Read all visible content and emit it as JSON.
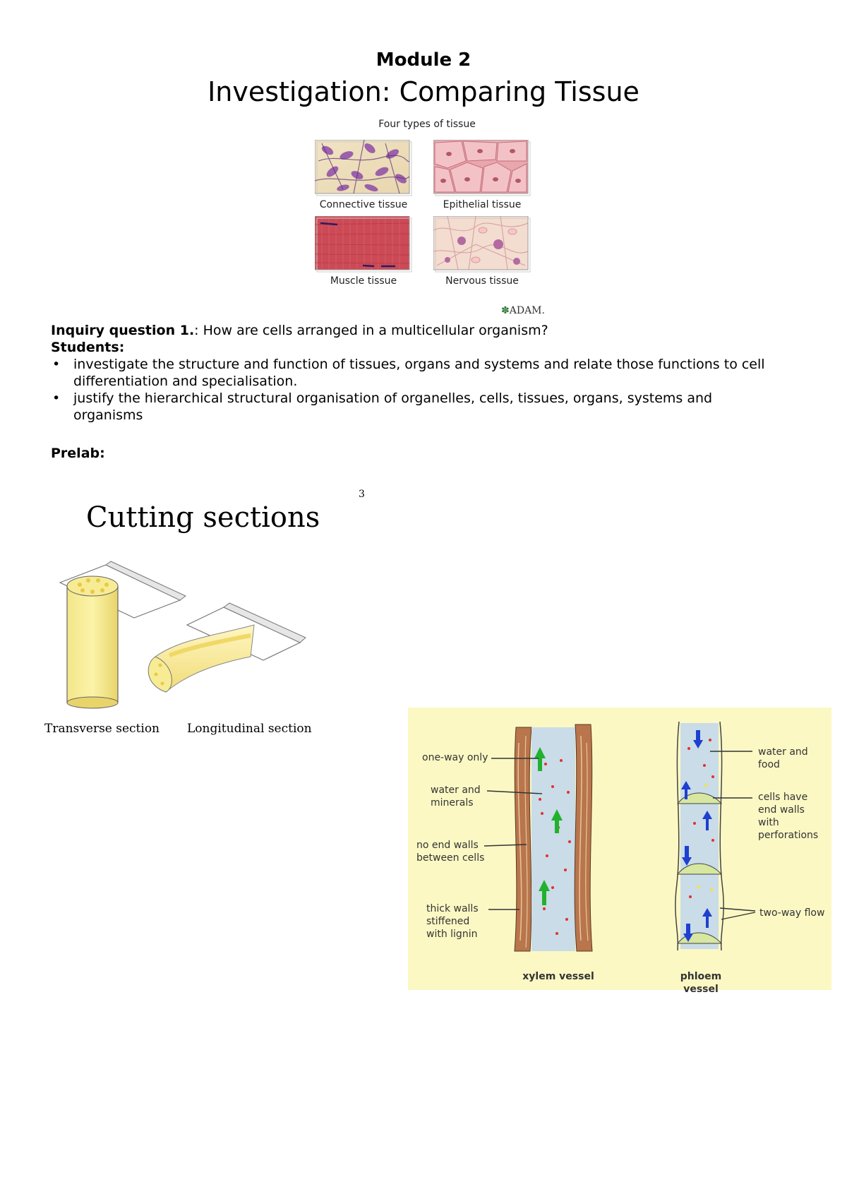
{
  "header": {
    "module": "Module 2",
    "title": "Investigation: Comparing Tissue"
  },
  "tissue_figure": {
    "title": "Four types of tissue",
    "tiles": [
      {
        "label": "Connective tissue"
      },
      {
        "label": "Epithelial tissue"
      },
      {
        "label": "Muscle tissue"
      },
      {
        "label": "Nervous tissue"
      }
    ],
    "credit": "ADAM."
  },
  "inquiry": {
    "label": "Inquiry question 1.",
    "separator": ":",
    "question": " How are cells arranged in a multicellular organism?",
    "students_label": "Students:",
    "points": [
      "investigate the structure and function of tissues, organs and systems and relate those functions to cell differentiation and specialisation.",
      "justify the hierarchical structural organisation of organelles, cells, tissues, organs, systems and organisms"
    ]
  },
  "prelab": {
    "label": "Prelab:"
  },
  "sections_figure": {
    "slide_number": "3",
    "title": "Cutting sections",
    "captions": [
      "Transverse section",
      "Longitudinal section"
    ]
  },
  "vessel_figure": {
    "xylem": {
      "title": "xylem vessel",
      "labels": [
        "one-way only",
        "water and minerals",
        "no end walls between cells",
        "thick walls stiffened with lignin"
      ]
    },
    "phloem": {
      "title": "phloem vessel",
      "labels": [
        "water and food",
        "cells have end walls with perforations",
        "two-way flow"
      ]
    },
    "colors": {
      "background": "#fbf8c4",
      "xylem_wall": "#b9754b",
      "lumen": "#c9dce8",
      "up_arrow": "#22b12e",
      "down_arrow": "#1e3fd0",
      "dots": "#e32f2f"
    }
  }
}
